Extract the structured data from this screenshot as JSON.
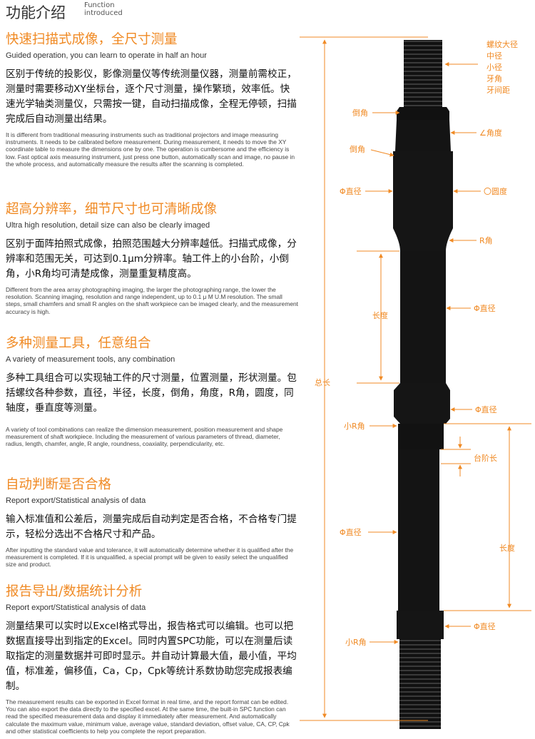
{
  "header": {
    "title_cn": "功能介绍",
    "title_en": "Function introduced"
  },
  "sections": [
    {
      "title": "快速扫描式成像，全尺寸测量",
      "subtitle": "Guided operation, you can learn to operate in half an hour",
      "body": "区别于传统的投影仪，影像测量仪等传统测量仪器，测量前需校正，测量时需要移动XY坐标台，逐个尺寸测量，操作繁琐，效率低。快速光学轴类测量仪，只需按一键，自动扫描成像，全程无停顿，扫描完成后自动测量出结果。",
      "en": "It is different from traditional measuring instruments such as traditional projectors and image measuring instruments. It needs to be calibrated before measurement. During measurement, it needs to move the XY coordinate table to measure the dimensions one by one. The operation is cumbersome and the efficiency is low. Fast optical axis measuring instrument, just press one button, automatically scan and image, no pause in the whole process, and automatically measure the results after the scanning is completed."
    },
    {
      "title": "超高分辨率，细节尺寸也可清晰成像",
      "subtitle": "Ultra high resolution, detail size can also be clearly imaged",
      "body": "区别于面阵拍照式成像，拍照范围越大分辨率越低。扫描式成像，分辨率和范围无关，可达到0.1μm分辨率。轴工件上的小台阶，小倒角，小R角均可清楚成像，测量重复精度高。",
      "en": "Different from the area array photographing imaging, the larger the photographing range, the lower the resolution. Scanning imaging, resolution and range independent, up to 0.1 μ M U.M resolution. The small steps, small chamfers and small R angles on the shaft workpiece can be imaged clearly, and the measurement accuracy is high."
    },
    {
      "title": "多种测量工具，任意组合",
      "subtitle": "A variety of measurement tools, any combination",
      "body": "多种工具组合可以实现轴工件的尺寸测量，位置测量，形状测量。包括螺纹各种参数，直径，半径，长度，倒角，角度，R角，圆度，同轴度，垂直度等测量。",
      "en": "A variety of tool combinations can realize the dimension measurement, position measurement and shape measurement of shaft workpiece. Including the measurement of various parameters of thread, diameter, radius, length, chamfer, angle, R angle, roundness, coaxiality, perpendicularity, etc."
    },
    {
      "title": "自动判断是否合格",
      "subtitle": "Report export/Statistical analysis of data",
      "body": "输入标准值和公差后，测量完成后自动判定是否合格，不合格专门提示，轻松分选出不合格尺寸和产品。",
      "en": "After inputting the standard value and tolerance, it will automatically determine whether it is qualified after the measurement is completed. If it is unqualified, a special prompt will be given to easily select the unqualified size and product."
    },
    {
      "title": "报告导出/数据统计分析",
      "subtitle": "Report export/Statistical analysis of data",
      "body": "测量结果可以实时以Excel格式导出，报告格式可以编辑。也可以把数据直接导出到指定的Excel。同时内置SPC功能，可以在测量后读取指定的测量数据并可即时显示。并自动计算最大值，最小值，平均值，标准差，偏移值，Ca，Cp，Cpk等统计系数协助您完成报表编制。",
      "en": "The measurement results can be exported in Excel format in real time, and the report format can be edited. You can also export the data directly to the specified excel. At the same time, the built-in SPC function can read the specified measurement data and display it immediately after measurement. And automatically calculate the maximum value, minimum value, average value, standard deviation, offset value, CA, CP, Cpk and other statistical coefficients to help you complete the report preparation."
    }
  ],
  "diagram": {
    "thread_labels": [
      "螺纹大径",
      "中径",
      "小径",
      "牙角",
      "牙间距"
    ],
    "chamfer_1": "倒角",
    "angle": "∠角度",
    "chamfer_2": "倒角",
    "diameter_1": "Φ直径",
    "roundness": "〇圆度",
    "r_angle": "R角",
    "length_1": "长度",
    "diameter_2": "Φ直径",
    "total_length": "总长",
    "diameter_3": "Φ直径",
    "small_r_1": "小R角",
    "step_length": "台阶长",
    "diameter_4": "Φ直径",
    "length_2": "长度",
    "diameter_5": "Φ直径",
    "small_r_2": "小R角",
    "accent_color": "#f08a24",
    "shaft_color": "#111111"
  }
}
